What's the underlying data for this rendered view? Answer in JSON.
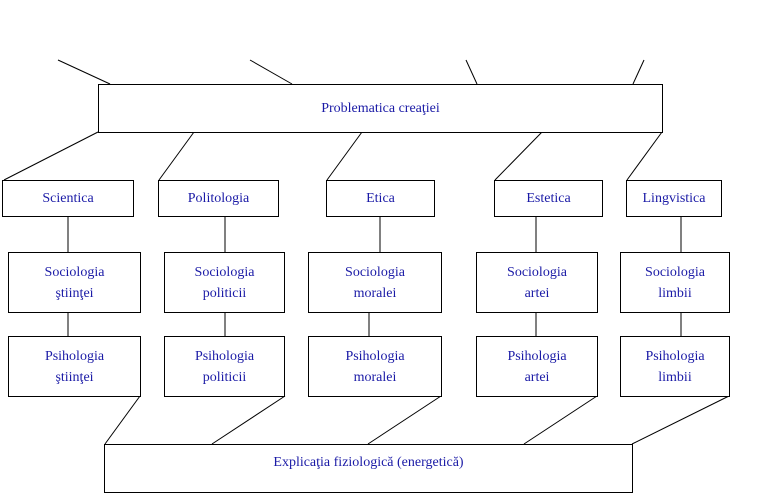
{
  "top": {
    "label": "Problematica creaţiei"
  },
  "columns": [
    {
      "domain": "Scientica",
      "sociology": [
        "Sociologia",
        "ştiinţei"
      ],
      "psychology": [
        "Psihologia",
        "ştiinţei"
      ]
    },
    {
      "domain": "Politologia",
      "sociology": [
        "Sociologia",
        "politicii"
      ],
      "psychology": [
        "Psihologia",
        "politicii"
      ]
    },
    {
      "domain": "Etica",
      "sociology": [
        "Sociologia",
        "moralei"
      ],
      "psychology": [
        "Psihologia",
        "moralei"
      ]
    },
    {
      "domain": "Estetica",
      "sociology": [
        "Sociologia",
        "artei"
      ],
      "psychology": [
        "Psihologia",
        "artei"
      ]
    },
    {
      "domain": "Lingvistica",
      "sociology": [
        "Sociologia",
        "limbii"
      ],
      "psychology": [
        "Psihologia",
        "limbii"
      ]
    }
  ],
  "bottom": {
    "label": "Explicaţia fiziologică (energetică)"
  },
  "colors": {
    "text": "#1a1aa6",
    "line": "#000000"
  }
}
